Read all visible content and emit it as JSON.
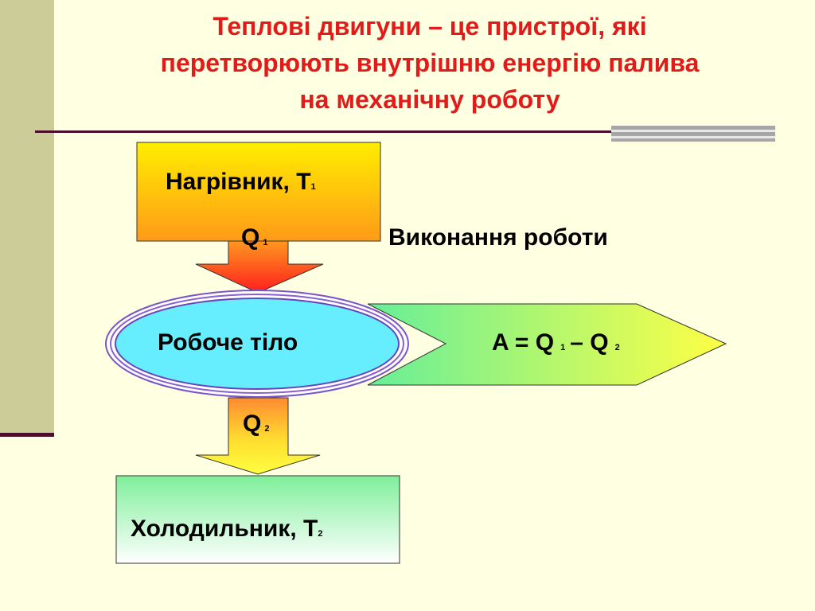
{
  "title": {
    "line1": "Теплові двигуни – це пристрої, які",
    "line2": "перетворюють внутрішню енергію палива",
    "line3": "на механічну роботу"
  },
  "diagram": {
    "heater": {
      "label": "Нагрівник, Т",
      "sub": "1"
    },
    "q1": {
      "label": "Q",
      "sub": "1"
    },
    "work_caption": "Виконання роботи",
    "working_body": "Робоче тіло",
    "formula": {
      "a": "A = Q",
      "sub1": "1",
      "minus": "– Q",
      "sub2": "2"
    },
    "q2": {
      "label": "Q",
      "sub": "2"
    },
    "cooler": {
      "label": "Холодильник, Т",
      "sub": "2"
    }
  },
  "colors": {
    "title": "#E31A1A",
    "background": "#FFFFE1",
    "side_bar": "#CCCC99",
    "ellipse_fill": "#66EEFF",
    "ellipse_border": "#8A5FD0"
  }
}
